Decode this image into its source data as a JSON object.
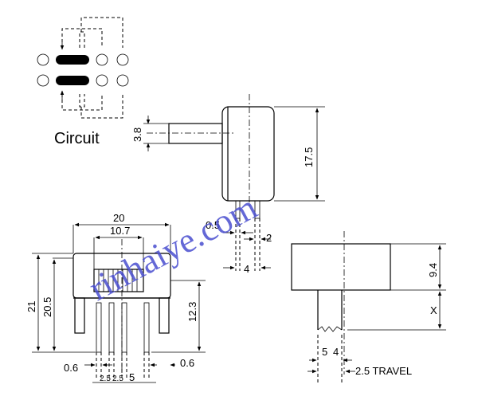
{
  "circuit_label": "Circuit",
  "watermark": "rinhaiye.com",
  "side_view": {
    "shaft_dia": "3.8",
    "height": "17.5",
    "pin_w": "0.5",
    "pin_gap": "2",
    "pin_span": "4"
  },
  "front_view": {
    "length": "20",
    "actuator_w": "10.7",
    "height_total": "21",
    "body_h": "20.5",
    "pin_h": "12.3",
    "pin_thk_left": "0.6",
    "pin_thk_right": "0.6",
    "pitch_a": "2.5",
    "pitch_b": "2.5",
    "pitch_c": "5"
  },
  "detail_view": {
    "height": "9.4",
    "variable": "X",
    "dim_5": "5",
    "dim_4": "4",
    "travel": "2.5 TRAVEL"
  }
}
